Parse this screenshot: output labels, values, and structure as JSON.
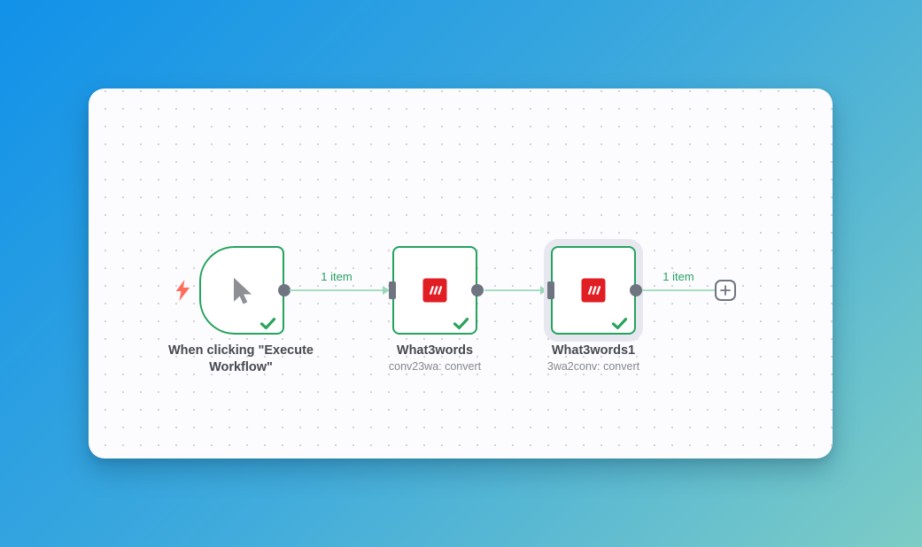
{
  "app": "workflow-editor",
  "colors": {
    "background_gradient_from": "#1191E9",
    "background_gradient_to": "#7DCCC5",
    "canvas_bg": "#FCFCFE",
    "grid_dot": "#D3D3DB",
    "node_border_success": "#24A35C",
    "success_check": "#2BA35C",
    "connection_line": "#A7DEC3",
    "connection_label": "#27A163",
    "connector_gray": "#6E7480",
    "trigger_bolt": "#FF6D5A",
    "what3words_red": "#E01E24",
    "selection_halo": "#E7E7F0"
  },
  "nodes": [
    {
      "name": "When clicking \"Execute Workflow\"",
      "subtitle": "",
      "type": "manual-trigger",
      "icon": "cursor-icon",
      "status": "success",
      "selected": false
    },
    {
      "name": "What3words",
      "subtitle": "conv23wa: convert",
      "type": "what3words",
      "icon": "what3words-icon",
      "status": "success",
      "selected": false
    },
    {
      "name": "What3words1",
      "subtitle": "3wa2conv: convert",
      "type": "what3words",
      "icon": "what3words-icon",
      "status": "success",
      "selected": true
    }
  ],
  "connections": [
    {
      "label": "1 item"
    },
    {
      "label": ""
    },
    {
      "label": "1 item"
    }
  ],
  "add_button": {
    "icon": "plus-icon"
  }
}
